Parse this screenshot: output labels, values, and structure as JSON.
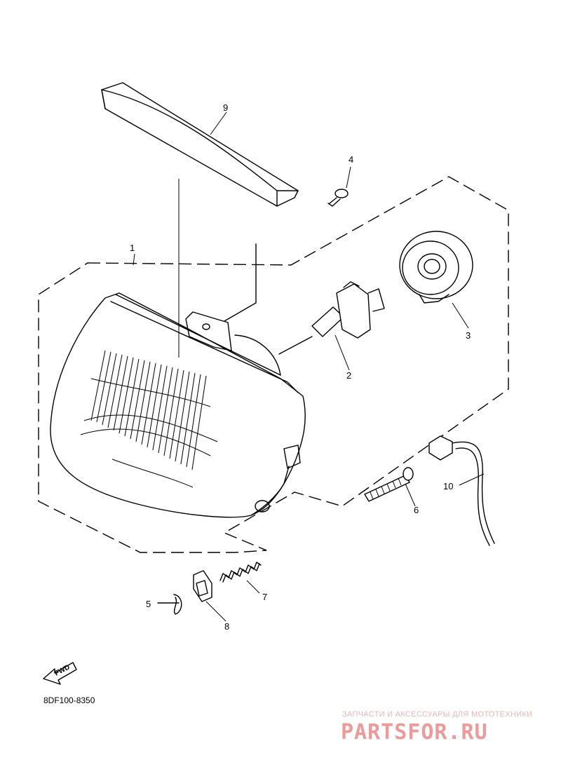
{
  "diagram": {
    "diagram_code": "8DF100-8350",
    "direction_label": "FWD",
    "callouts": [
      {
        "id": "callout-1",
        "number": "1"
      },
      {
        "id": "callout-2",
        "number": "2"
      },
      {
        "id": "callout-3",
        "number": "3"
      },
      {
        "id": "callout-4",
        "number": "4"
      },
      {
        "id": "callout-5",
        "number": "5"
      },
      {
        "id": "callout-6",
        "number": "6"
      },
      {
        "id": "callout-7",
        "number": "7"
      },
      {
        "id": "callout-8",
        "number": "8"
      },
      {
        "id": "callout-9",
        "number": "9"
      },
      {
        "id": "callout-10",
        "number": "10"
      }
    ]
  },
  "watermark": {
    "tagline": "ЗАПЧАСТИ И АКСЕССУАРЫ ДЛЯ МОТОТЕХНИКИ",
    "brand": "PARTSFOR.RU",
    "color": "#ec9a9a"
  }
}
